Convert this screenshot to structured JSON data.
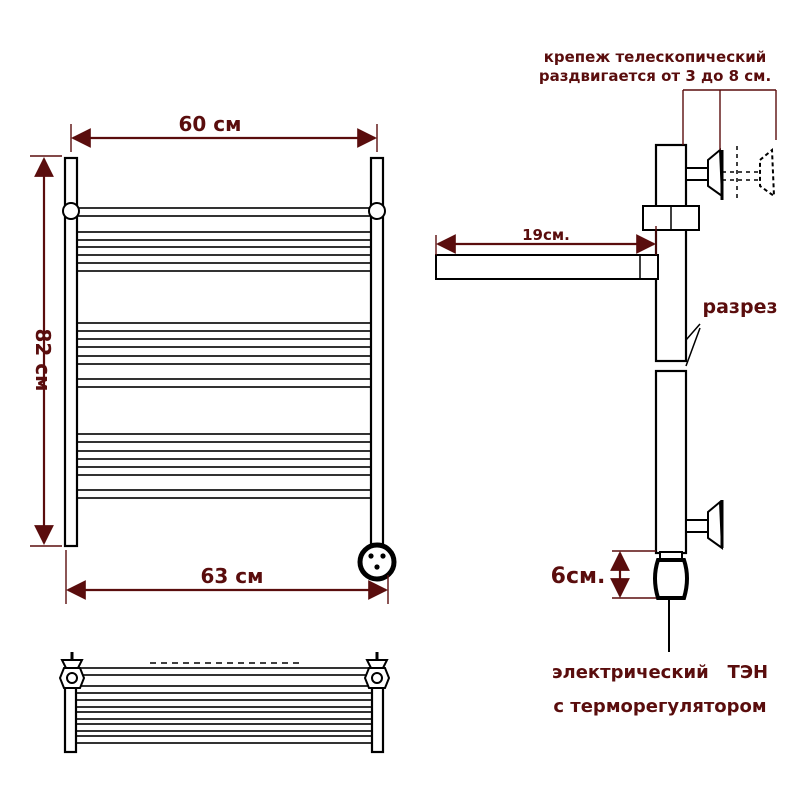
{
  "dimensions": {
    "width_top": "60 см",
    "height": "82 см",
    "width_bottom": "63 см",
    "shelf_depth": "19см.",
    "element_length": "6см."
  },
  "annotations": {
    "mount_line1": "крепеж телескопический",
    "mount_line2": "раздвигается от 3 до 8 см.",
    "cut": "разрез",
    "heater_line1": "электрический   ТЭН",
    "heater_line2": "с терморегулятором"
  },
  "colors": {
    "label": "#5a0d0d",
    "outline": "#000000",
    "background": "#ffffff"
  }
}
